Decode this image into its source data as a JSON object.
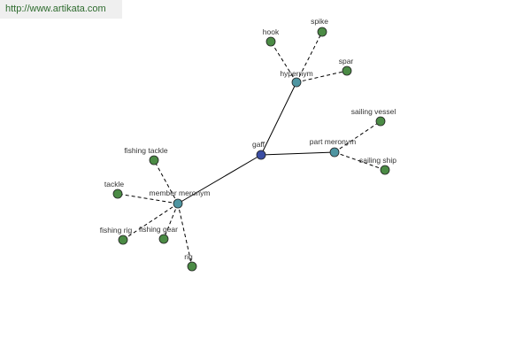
{
  "header": {
    "source_url": "http://www.artikata.com"
  },
  "colors": {
    "root_node": "#3b4ea3",
    "relation_node": "#4e95a1",
    "leaf_node": "#4b8b45",
    "node_stroke": "#222222",
    "edge": "#000000",
    "link_text": "#2e6b2e",
    "link_bg": "#efefef"
  },
  "graph": {
    "root": {
      "id": "gaff",
      "label": "gaff"
    },
    "relations": [
      {
        "id": "hypernym",
        "label": "hypernym"
      },
      {
        "id": "part-meronym",
        "label": "part meronym"
      },
      {
        "id": "member-meronym",
        "label": "member meronym"
      }
    ],
    "leaves": [
      {
        "id": "hook",
        "label": "hook",
        "relation": "hypernym"
      },
      {
        "id": "spike",
        "label": "spike",
        "relation": "hypernym"
      },
      {
        "id": "spar",
        "label": "spar",
        "relation": "hypernym"
      },
      {
        "id": "sailing-vessel",
        "label": "sailing vessel",
        "relation": "part-meronym"
      },
      {
        "id": "sailing-ship",
        "label": "sailing ship",
        "relation": "part-meronym"
      },
      {
        "id": "fishing-tackle",
        "label": "fishing tackle",
        "relation": "member-meronym"
      },
      {
        "id": "tackle",
        "label": "tackle",
        "relation": "member-meronym"
      },
      {
        "id": "fishing-rig",
        "label": "fishing rig",
        "relation": "member-meronym"
      },
      {
        "id": "fishing-gear",
        "label": "fishing gear",
        "relation": "member-meronym"
      },
      {
        "id": "rig",
        "label": "rig",
        "relation": "member-meronym"
      }
    ]
  }
}
